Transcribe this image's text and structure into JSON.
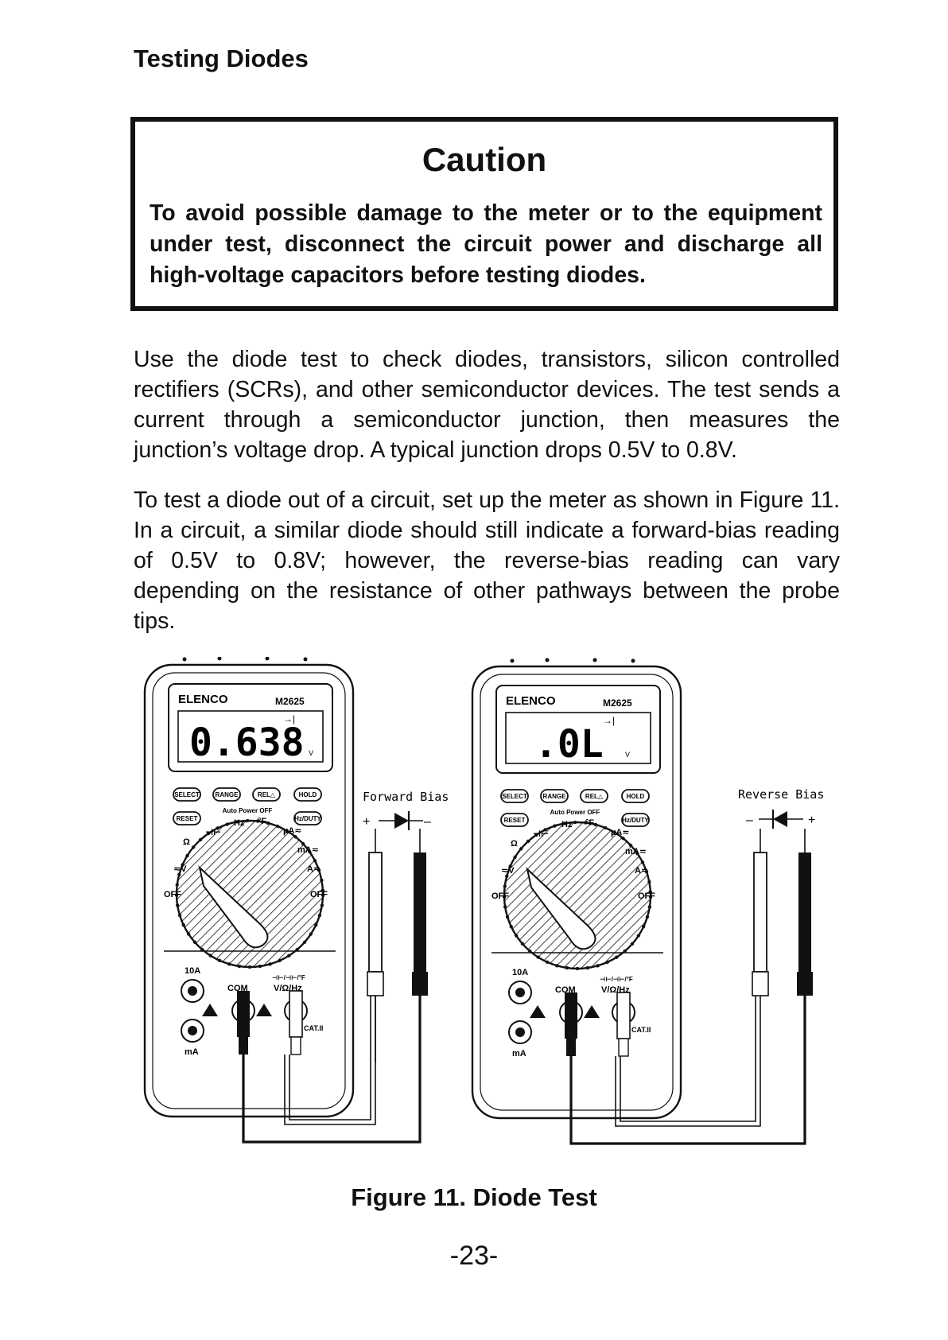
{
  "heading": "Testing Diodes",
  "caution": {
    "title": "Caution",
    "text": "To avoid possible damage to the meter or to the equipment under test, disconnect the circuit power and discharge all high-voltage capacitors before testing diodes."
  },
  "paragraphs": [
    "Use the diode test to check diodes, transistors, silicon controlled rectifiers (SCRs), and other semiconductor devices.  The test sends a current through a semiconductor junction, then measures the junction’s voltage drop.  A typical junction drops 0.5V to 0.8V.",
    "To test a diode out of a circuit, set up the meter as shown in Figure 11.  In a circuit, a similar diode should still indicate a forward-bias reading of 0.5V to 0.8V; however, the reverse-bias reading can vary depending on the resistance of other pathways between the probe tips."
  ],
  "figure": {
    "caption": "Figure 11.  Diode Test",
    "meter": {
      "brand": "ELENCO",
      "model": "M2625",
      "buttons": [
        "SELECT",
        "RANGE",
        "REL△",
        "HOLD",
        "RESET",
        "Hz/DUTY"
      ],
      "auto_power": "Auto Power OFF",
      "dial": {
        "ohm": "Ω",
        "cap": "⊣⊢",
        "hz": "Hz",
        "degf": "°F",
        "ua": "µA≂",
        "ma": "mA≂",
        "a": "A≂",
        "v": "≂V",
        "off_left": "OFF",
        "off_right": "OFF"
      },
      "jacks": {
        "ten_a": "10A",
        "ma": "mA",
        "com": "COM",
        "vohm": "V/Ω/Hz",
        "vohm_top": "⊣⊢/⊣⊢/°F",
        "cat": "CAT.II"
      },
      "unit": "V"
    },
    "left": {
      "reading": "0.638",
      "label": "Forward Bias",
      "plus": "+",
      "minus": "–"
    },
    "right": {
      "reading": ".0L",
      "label": "Reverse Bias",
      "plus": "+",
      "minus": "–"
    }
  },
  "page_number": "-23-"
}
